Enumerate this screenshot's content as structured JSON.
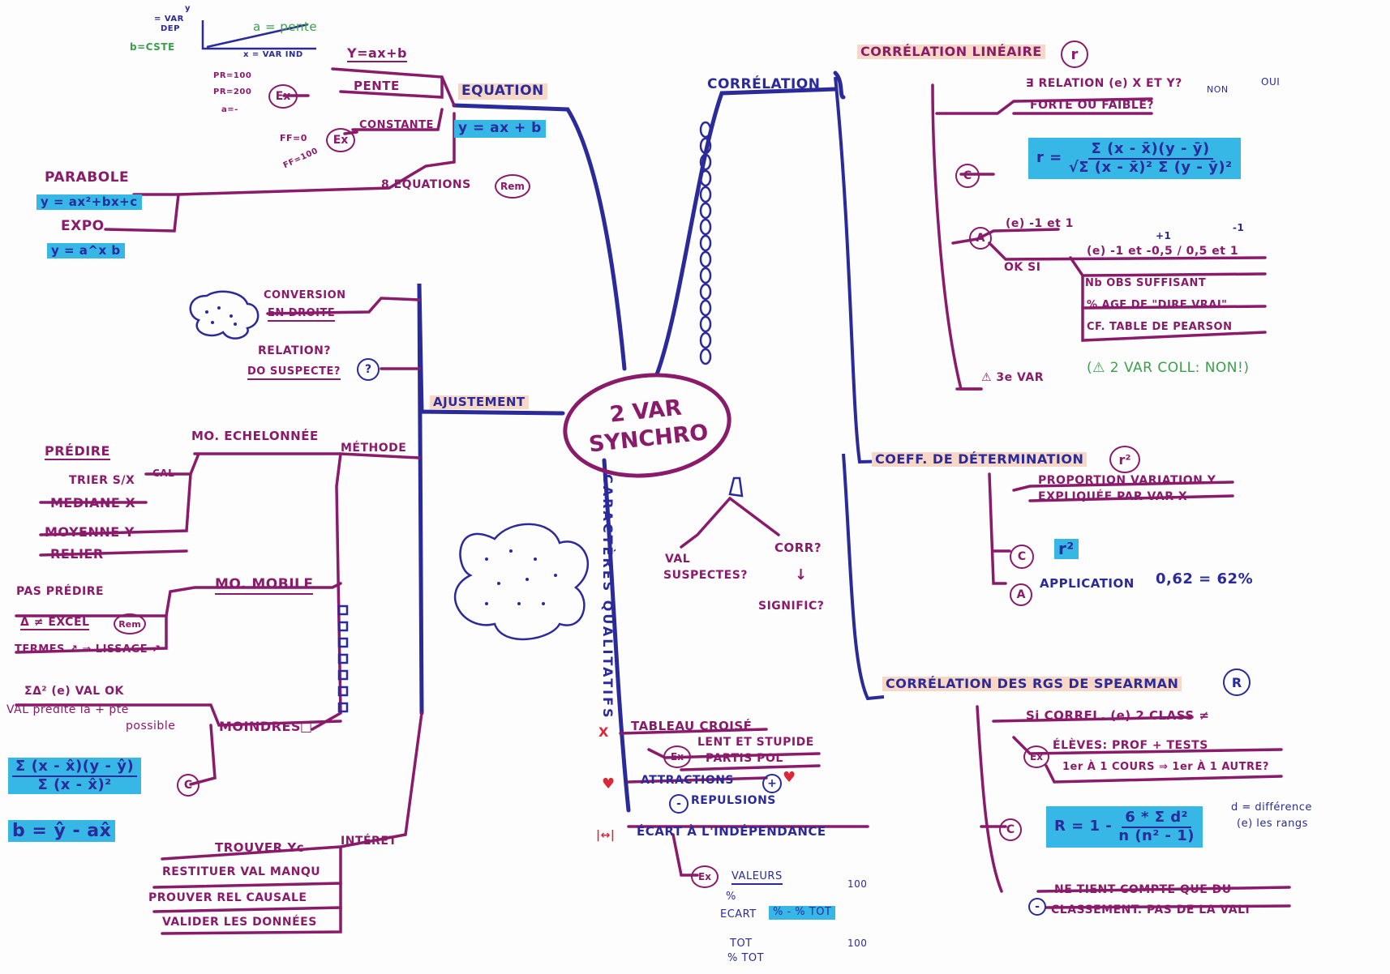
{
  "center": {
    "line1": "2 VAR",
    "line2": "SYNCHRO"
  },
  "equation": {
    "title": "EQUATION",
    "formula": "y = ax + b",
    "graph": {
      "y_label_1": "y",
      "y_label_2": "= VAR",
      "y_label_3": "DEP",
      "b_label": "b=CSTE",
      "a_label": "a = pente",
      "x_label": "x = VAR IND"
    },
    "y_label": "Y=ax+b",
    "pente": "PENTE",
    "constante": "CONSTANTE",
    "ex": "Ex",
    "pr1": "PR=100",
    "pr2": "PR=200",
    "a0": "a=-",
    "ff1": "FF=0",
    "ff2": "FF=100",
    "rem_equations": "8 EQUATIONS",
    "rem": "Rem",
    "parabole": "PARABOLE",
    "parabole_formula": "y = ax²+bx+c",
    "expo": "EXPO",
    "expo_formula": "y = a^x b"
  },
  "ajustement": {
    "title": "AJUSTEMENT",
    "conversion_1": "CONVERSION",
    "conversion_2": "EN DROITE",
    "relation_1": "RELATION?",
    "relation_2": "DO SUSPECTE?",
    "q": "?",
    "methode": "MÉTHODE",
    "mo_echelonnee": "MO. ECHELONNÉE",
    "predire": "PRÉDIRE",
    "trier": "TRIER S/X",
    "cal": "CAL",
    "mediane": "MEDIANE X",
    "moyenne": "MOYENNE Y",
    "relier": "RELIER",
    "mo_mobile": "MO. MOBILE",
    "pas_predire": "PAS PRÉDIRE",
    "delta_excel": "Δ ≠ EXCEL",
    "rem": "Rem",
    "termes": "TERMES ↗ ⇒ LISSAGE ↗",
    "moindres": "MOINDRES",
    "moindres_sq": "□",
    "sum_delta": "ΣΔ² (e) VAL OK",
    "val_predite_1": "VAL prédite la + pte",
    "val_predite_2": "possible",
    "c": "C",
    "formula_num": "Σ (x - x̂)(y - ŷ)",
    "formula_den": "Σ (x - x̂)²",
    "formula_b": "b = ŷ - ax̂",
    "interet": "INTÉRET",
    "trouver": "TROUVER Yc",
    "restituer": "RESTITUER VAL MANQU",
    "prouver": "PROUVER REL CAUSALE",
    "valider": "VALIDER LES DONNÉES"
  },
  "caracteres": {
    "title": "CARACTÈRES QUALITATIFS",
    "tableau": "TABLEAU CROISÉ",
    "x_mark": "X",
    "ex": "Ex",
    "lent": "LENT ET STUPIDE",
    "partis": "PARTIS POL",
    "attractions": "ATTRACTIONS",
    "plus": "+",
    "minus": "-",
    "repulsions": "REPULSIONS",
    "ecart": "ÉCART À L'INDÉPENDANCE",
    "arrows": "|↔|",
    "valeurs": "VALEURS",
    "pct": "%",
    "hundred1": "100",
    "ecart_short": "ECART",
    "ecart_hl": "% - % TOT",
    "tot": "TOT",
    "pct_tot": "% TOT",
    "hundred2": "100"
  },
  "bulb": {
    "val_1": "VAL",
    "val_2": "SUSPECTES?",
    "corr": "CORR?",
    "arrow": "↓",
    "signific": "SIGNIFIC?"
  },
  "correlation": {
    "title": "CORRÉLATION",
    "lin_title": "CORRÉLATION LINÉAIRE",
    "r_symbol": "r",
    "non": "NON",
    "oui": "OUI",
    "relation": "∃ RELATION (e) X ET Y?",
    "forte": "FORTE OU FAIBLE?",
    "c": "C",
    "r_eq": "r =",
    "r_num": "Σ (x - x̄)(y - ȳ)",
    "r_den": "√Σ (x - x̄)² Σ (y - ȳ)²",
    "a": "A",
    "range": "(e) -1 et 1",
    "plus1": "+1",
    "minus1": "-1",
    "ok_si": "OK SI",
    "ok_range": "(e) -1 et -0,5 / 0,5 et 1",
    "nb_obs": "Nb OBS SUFFISANT",
    "pct_dire": "% AGE DE \"DIRE VRAI\"",
    "table": "CF. TABLE DE PEARSON",
    "warn": "⚠ 3e VAR",
    "green_note": "(⚠ 2 VAR COLL: NON!)"
  },
  "coeff": {
    "title": "COEFF. DE DÉTERMINATION",
    "r2": "r²",
    "proportion": "PROPORTION VARIATION Y",
    "expliquee": "EXPLIQUÉE PAR VAR X",
    "c": "C",
    "r2_formula": "r²",
    "a": "A",
    "application": "APPLICATION",
    "app_value": "0,62 = 62%"
  },
  "spearman": {
    "title": "CORRÉLATION DES RGS DE SPEARMAN",
    "R": "R",
    "si": "Si CORREL. (e) 2 CLASS ≠",
    "ex": "Ex",
    "eleves": "ÉLÈVES: PROF + TESTS",
    "cours": "1er À 1 COURS ⇒ 1er À 1 AUTRE?",
    "c": "C",
    "R_formula_lhs": "R = 1 -",
    "R_num": "6 * Σ d²",
    "R_den": "n (n² - 1)",
    "d_note_1": "d = différence",
    "d_note_2": "(e) les rangs",
    "minus": "-",
    "ne_tient": "NE TIENT COMPTE QUE DU",
    "classement": "CLASSEMENT. PAS DE LA VALI"
  }
}
